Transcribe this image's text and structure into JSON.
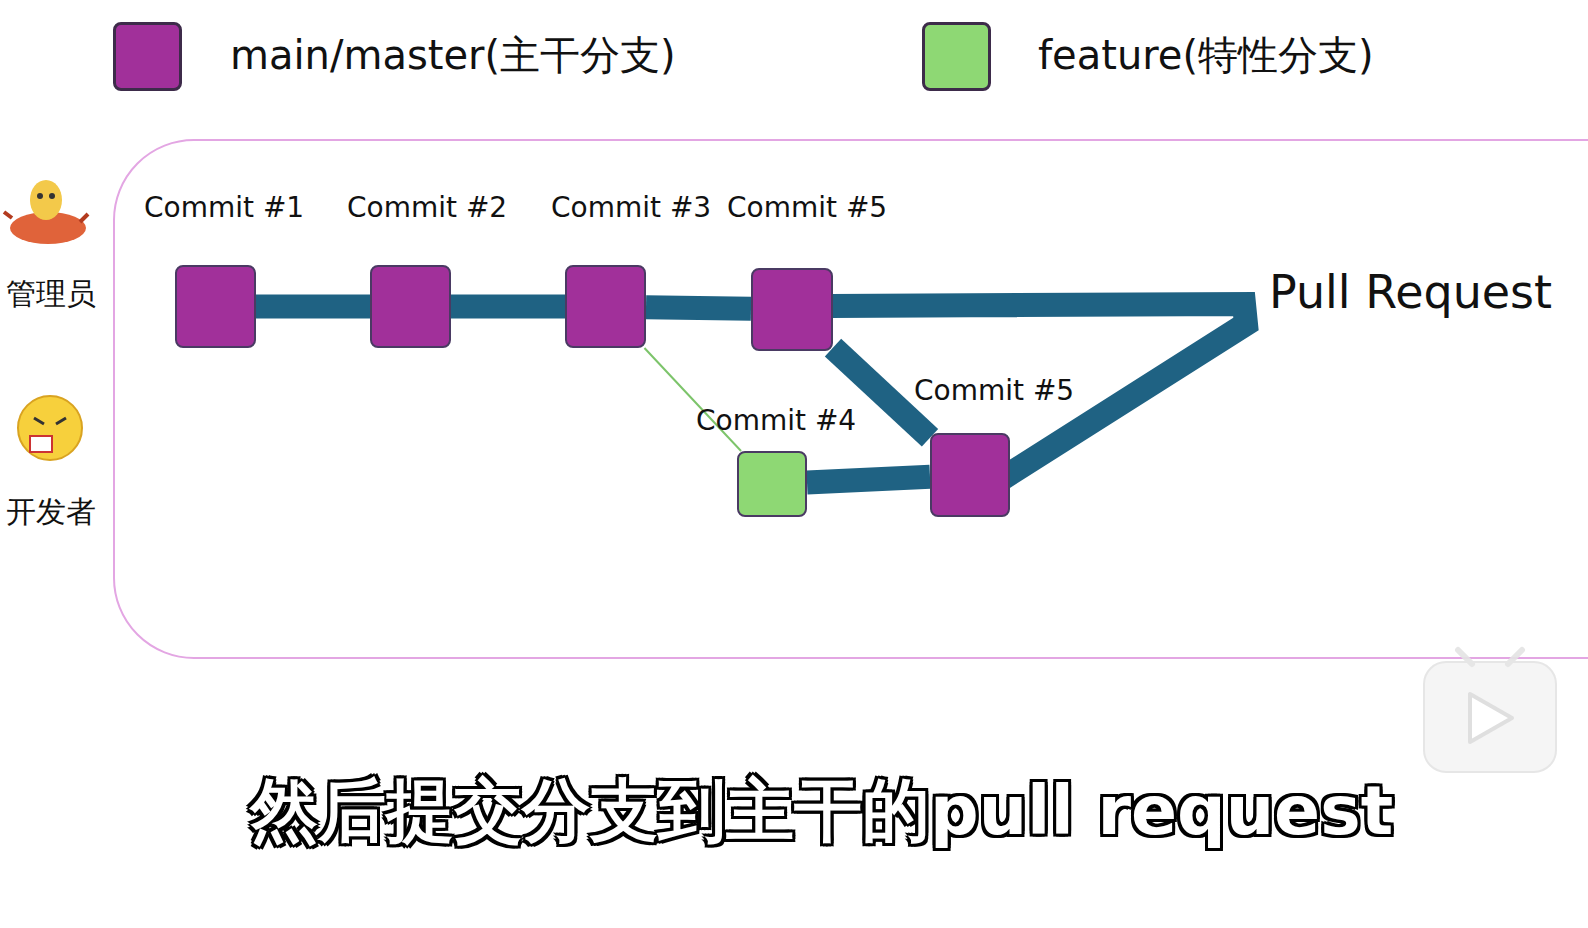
{
  "diagram": {
    "caption": "然后提交分支到主干的pull request",
    "nodes": [
      {
        "text": [
          "Commit #1"
        ]
      },
      {
        "text": [
          "Commit #2"
        ]
      },
      {
        "text": [
          "Commit #3"
        ]
      },
      {
        "text": [
          "Commit #5"
        ]
      },
      {
        "text": [
          "Commit #4"
        ]
      },
      {
        "text": [
          "Commit #5"
        ]
      }
    ],
    "edges": [
      {
        "from": 0,
        "to": 1,
        "arrow": "none"
      },
      {
        "from": 1,
        "to": 2,
        "arrow": "none"
      },
      {
        "from": 2,
        "to": 3,
        "arrow": "none"
      },
      {
        "from": 2,
        "to": 4,
        "arrow": "none"
      },
      {
        "from": 4,
        "to": 5,
        "arrow": "none"
      },
      {
        "from": 3,
        "to": 5,
        "arrow": "none"
      }
    ],
    "labels": [
      "管理员",
      "开发者",
      "Pull Request"
    ],
    "legend": [
      {
        "text": "main/master(主干分支)",
        "color": "#a1309a"
      },
      {
        "text": "feature(特性分支)",
        "color": "#8ed874"
      }
    ]
  }
}
